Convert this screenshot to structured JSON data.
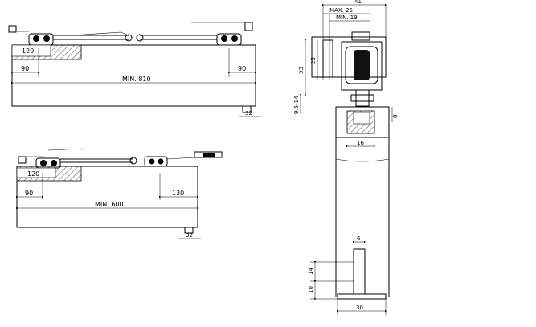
{
  "drawing_top": {
    "hatch_width": "120",
    "left_offset": "90",
    "right_offset": "90",
    "min_length": "MIN. 810",
    "bottom_dim": "32"
  },
  "drawing_bottom": {
    "hatch_width": "120",
    "left_offset": "90",
    "right_offset": "130",
    "min_length": "MIN. 600",
    "bottom_dim": "32"
  },
  "side_section": {
    "top_width": "41",
    "max_label": "MAX. 25",
    "min_label": "MIN. 19",
    "dim_33": "33",
    "dim_25": "25",
    "dim_range": "9.5-14",
    "dim_8": "8",
    "dim_16": "16",
    "dim_6": "6",
    "dim_14": "14",
    "dim_10": "10",
    "dim_30": "30"
  }
}
